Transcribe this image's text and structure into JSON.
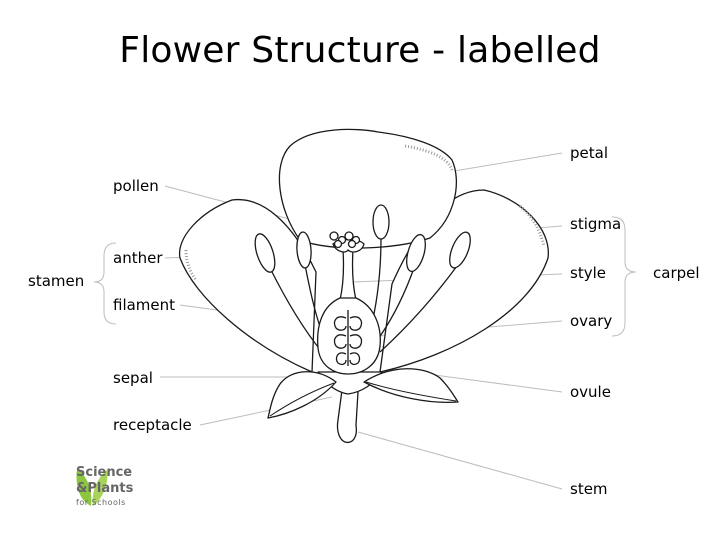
{
  "title": "Flower Structure - labelled",
  "labels": {
    "pollen": "pollen",
    "anther": "anther",
    "filament": "filament",
    "stamen": "stamen",
    "sepal": "sepal",
    "receptacle": "receptacle",
    "petal": "petal",
    "stigma": "stigma",
    "style": "style",
    "ovary": "ovary",
    "carpel": "carpel",
    "ovule": "ovule",
    "stem": "stem"
  },
  "logo": {
    "line1": "Science",
    "line2": "&Plants",
    "line3": "for Schools",
    "leaf_color": "#8dc63f"
  }
}
